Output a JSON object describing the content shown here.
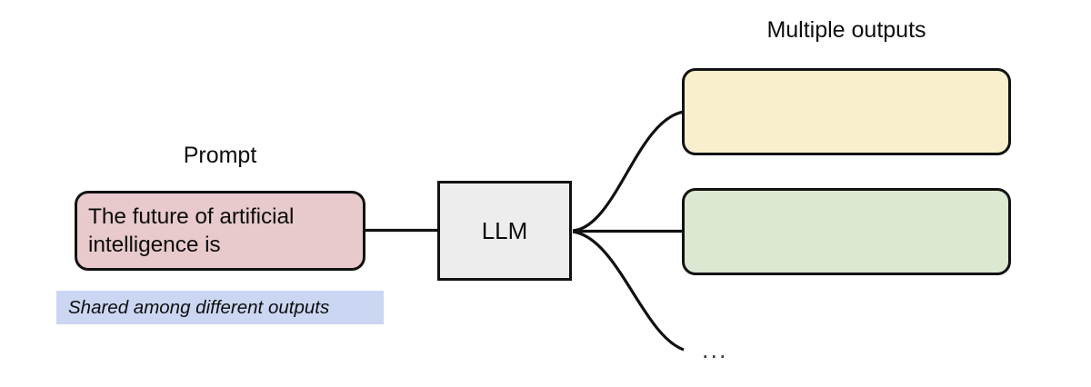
{
  "diagram": {
    "title_right": "Multiple outputs",
    "prompt_label": "Prompt",
    "prompt_text": "The future of artificial\nintelligence is",
    "shared_note": "Shared among different outputs",
    "model_label": "LLM",
    "ellipsis": "...",
    "outputs": [
      {
        "id": "output-1",
        "text": "",
        "fill": "#FAEFCC"
      },
      {
        "id": "output-2",
        "text": "",
        "fill": "#DCE8D1"
      }
    ],
    "colors": {
      "prompt_fill": "#E8CACC",
      "shared_note_fill": "#CBD6F2",
      "model_fill": "#EDEDED",
      "output_1_fill": "#FAEFCC",
      "output_2_fill": "#DCE8D1",
      "stroke": "#111111",
      "text": "#0D0D0D",
      "background": "#FFFFFF"
    }
  }
}
